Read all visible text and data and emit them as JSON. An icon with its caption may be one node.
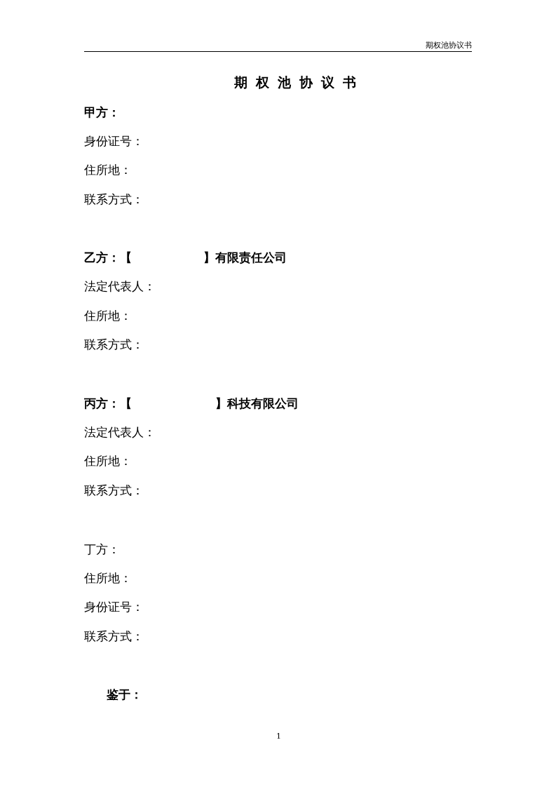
{
  "diagram": {
    "title": "期权池协议书",
    "labels": [
      "期权池协议书",
      "甲方：",
      "身份证号：",
      "住所地：",
      "联系方式：",
      "乙方：【　　　　　　】有限责任公司",
      "法定代表人：",
      "住所地：",
      "联系方式：",
      "丙方：【　　　　　　　】科技有限公司",
      "法定代表人：",
      "住所地：",
      "联系方式：",
      "丁方：",
      "住所地：",
      "身份证号：",
      "联系方式：",
      "鉴于：",
      "1"
    ]
  }
}
